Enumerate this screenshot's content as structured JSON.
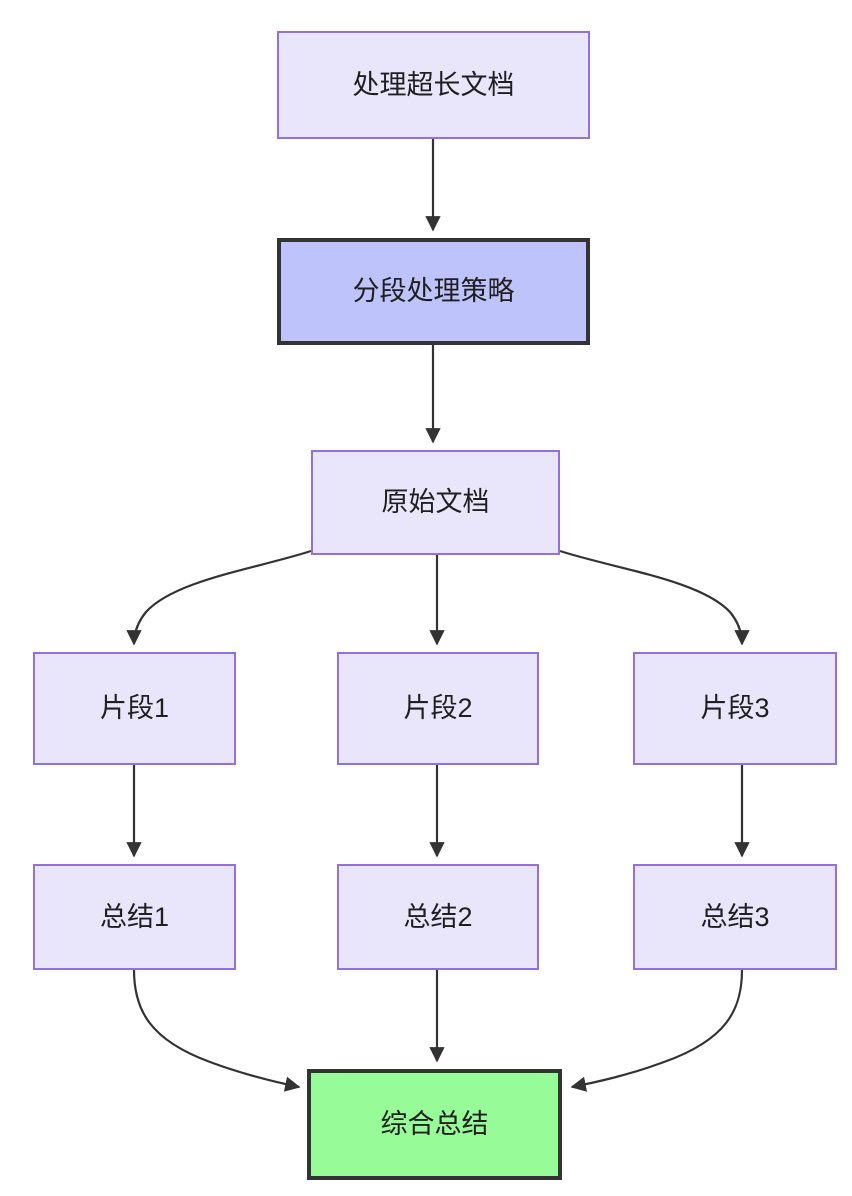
{
  "diagram": {
    "type": "flowchart",
    "direction": "top-down",
    "background_color": "#ffffff",
    "edge_color": "#333333",
    "nodes": [
      {
        "id": "top",
        "label": "处理超长文档",
        "style": "default",
        "fill": "#e9e6fb",
        "stroke": "#9370db"
      },
      {
        "id": "strat",
        "label": "分段处理策略",
        "style": "emphasis",
        "fill": "#bfc3fc",
        "stroke": "#333333"
      },
      {
        "id": "src",
        "label": "原始文档",
        "style": "default",
        "fill": "#e9e6fb",
        "stroke": "#9370db"
      },
      {
        "id": "frag1",
        "label": "片段1",
        "style": "default",
        "fill": "#e9e6fb",
        "stroke": "#9370db"
      },
      {
        "id": "frag2",
        "label": "片段2",
        "style": "default",
        "fill": "#e9e6fb",
        "stroke": "#9370db"
      },
      {
        "id": "frag3",
        "label": "片段3",
        "style": "default",
        "fill": "#e9e6fb",
        "stroke": "#9370db"
      },
      {
        "id": "sum1",
        "label": "总结1",
        "style": "default",
        "fill": "#e9e6fb",
        "stroke": "#9370db"
      },
      {
        "id": "sum2",
        "label": "总结2",
        "style": "default",
        "fill": "#e9e6fb",
        "stroke": "#9370db"
      },
      {
        "id": "sum3",
        "label": "总结3",
        "style": "default",
        "fill": "#e9e6fb",
        "stroke": "#9370db"
      },
      {
        "id": "final",
        "label": "综合总结",
        "style": "final",
        "fill": "#97fb98",
        "stroke": "#333333"
      }
    ],
    "edges": [
      {
        "from": "top",
        "to": "strat",
        "shape": "straight"
      },
      {
        "from": "strat",
        "to": "src",
        "shape": "straight"
      },
      {
        "from": "src",
        "to": "frag1",
        "shape": "curved"
      },
      {
        "from": "src",
        "to": "frag2",
        "shape": "straight"
      },
      {
        "from": "src",
        "to": "frag3",
        "shape": "curved"
      },
      {
        "from": "frag1",
        "to": "sum1",
        "shape": "straight"
      },
      {
        "from": "frag2",
        "to": "sum2",
        "shape": "straight"
      },
      {
        "from": "frag3",
        "to": "sum3",
        "shape": "straight"
      },
      {
        "from": "sum1",
        "to": "final",
        "shape": "curved"
      },
      {
        "from": "sum2",
        "to": "final",
        "shape": "straight"
      },
      {
        "from": "sum3",
        "to": "final",
        "shape": "curved"
      }
    ]
  }
}
